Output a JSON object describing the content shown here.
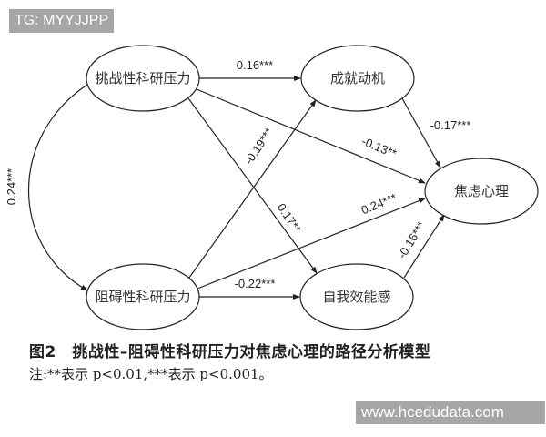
{
  "watermarks": {
    "top": "TG: MYYJJPP",
    "bottom": "www.hcedudata.com"
  },
  "nodes": {
    "challenge": "挑战性科研压力",
    "achievement": "成就动机",
    "anxiety": "焦虑心理",
    "hindrance": "阻碍性科研压力",
    "efficacy": "自我效能感"
  },
  "edges": {
    "challenge_achievement": "0.16***",
    "challenge_anxiety": "-0.13**",
    "challenge_efficacy": "0.17**",
    "hindrance_achievement": "-0.19***",
    "hindrance_anxiety": "0.24***",
    "hindrance_efficacy": "-0.22***",
    "achievement_anxiety": "-0.17***",
    "efficacy_anxiety": "-0.16***",
    "covariance": "0.24***"
  },
  "caption": {
    "title": "图2　挑战性–阻碍性科研压力对焦虑心理的路径分析模型",
    "note": "注:**表示 p<0.01,***表示 p<0.001。"
  }
}
